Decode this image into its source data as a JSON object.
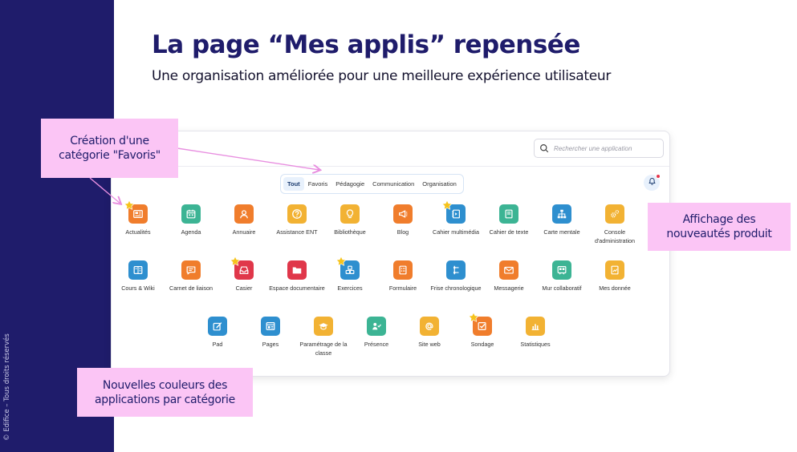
{
  "slide": {
    "title": "La page “Mes applis” repensée",
    "subtitle": "Une organisation améliorée pour une meilleure expérience utilisateur",
    "copyright": "© Edifice – Tous droits réservés"
  },
  "search": {
    "placeholder": "Rechercher une application"
  },
  "tabs": [
    {
      "label": "Tout",
      "active": true
    },
    {
      "label": "Favoris"
    },
    {
      "label": "Pédagogie"
    },
    {
      "label": "Communication"
    },
    {
      "label": "Organisation"
    }
  ],
  "callouts": {
    "favoris": "Création d'une\ncatégorie \"Favoris\"",
    "nouveautes": "Affichage des\nnouveautés produit",
    "couleurs": "Nouvelles couleurs des\napplications par catégorie"
  },
  "colors": {
    "sidebar": "#1f1c6b",
    "callout": "#fbc5f5",
    "orange": "#f07d2c",
    "green": "#3cb494",
    "yellow": "#f2b233",
    "blue": "#2e8fcf",
    "red": "#e0374a",
    "star": "#f6c31b"
  },
  "apps": [
    {
      "label": "Actualités",
      "color": "#f07d2c",
      "icon": "newspaper-icon",
      "favorite": true
    },
    {
      "label": "Agenda",
      "color": "#3cb494",
      "icon": "calendar-icon"
    },
    {
      "label": "Annuaire",
      "color": "#f07d2c",
      "icon": "user-icon"
    },
    {
      "label": "Assistance ENT",
      "color": "#f2b233",
      "icon": "help-icon"
    },
    {
      "label": "Bibliothèque",
      "color": "#f2b233",
      "icon": "lightbulb-icon"
    },
    {
      "label": "Blog",
      "color": "#f07d2c",
      "icon": "megaphone-icon"
    },
    {
      "label": "Cahier multimédia",
      "color": "#2e8fcf",
      "icon": "notebook-icon",
      "favorite": true
    },
    {
      "label": "Cahier de texte",
      "color": "#3cb494",
      "icon": "book-icon"
    },
    {
      "label": "Carte mentale",
      "color": "#2e8fcf",
      "icon": "mindmap-icon"
    },
    {
      "label": "Console d'administration",
      "color": "#f2b233",
      "icon": "gears-icon"
    },
    {
      "label": "Cours & Wiki",
      "color": "#2e8fcf",
      "icon": "wiki-icon"
    },
    {
      "label": "Carnet de liaison",
      "color": "#f07d2c",
      "icon": "message-icon"
    },
    {
      "label": "Casier",
      "color": "#e0374a",
      "icon": "inbox-icon",
      "favorite": true
    },
    {
      "label": "Espace documentaire",
      "color": "#e0374a",
      "icon": "folder-icon"
    },
    {
      "label": "Exercices",
      "color": "#2e8fcf",
      "icon": "blocks-icon",
      "favorite": true
    },
    {
      "label": "Formulaire",
      "color": "#f07d2c",
      "icon": "form-icon"
    },
    {
      "label": "Frise chronologique",
      "color": "#2e8fcf",
      "icon": "timeline-icon"
    },
    {
      "label": "Messagerie",
      "color": "#f07d2c",
      "icon": "mail-icon"
    },
    {
      "label": "Mur collaboratif",
      "color": "#3cb494",
      "icon": "board-icon"
    },
    {
      "label": "Mes donnée",
      "color": "#f2b233",
      "icon": "data-icon"
    },
    {
      "label": "Pad",
      "color": "#2e8fcf",
      "icon": "pad-icon"
    },
    {
      "label": "Pages",
      "color": "#2e8fcf",
      "icon": "pages-icon"
    },
    {
      "label": "Paramétrage de la classe",
      "color": "#f2b233",
      "icon": "graduation-icon"
    },
    {
      "label": "Présence",
      "color": "#3cb494",
      "icon": "presence-icon"
    },
    {
      "label": "Site web",
      "color": "#f2b233",
      "icon": "at-icon"
    },
    {
      "label": "Sondage",
      "color": "#f07d2c",
      "icon": "poll-icon",
      "favorite": true
    },
    {
      "label": "Statistiques",
      "color": "#f2b233",
      "icon": "stats-icon"
    }
  ]
}
